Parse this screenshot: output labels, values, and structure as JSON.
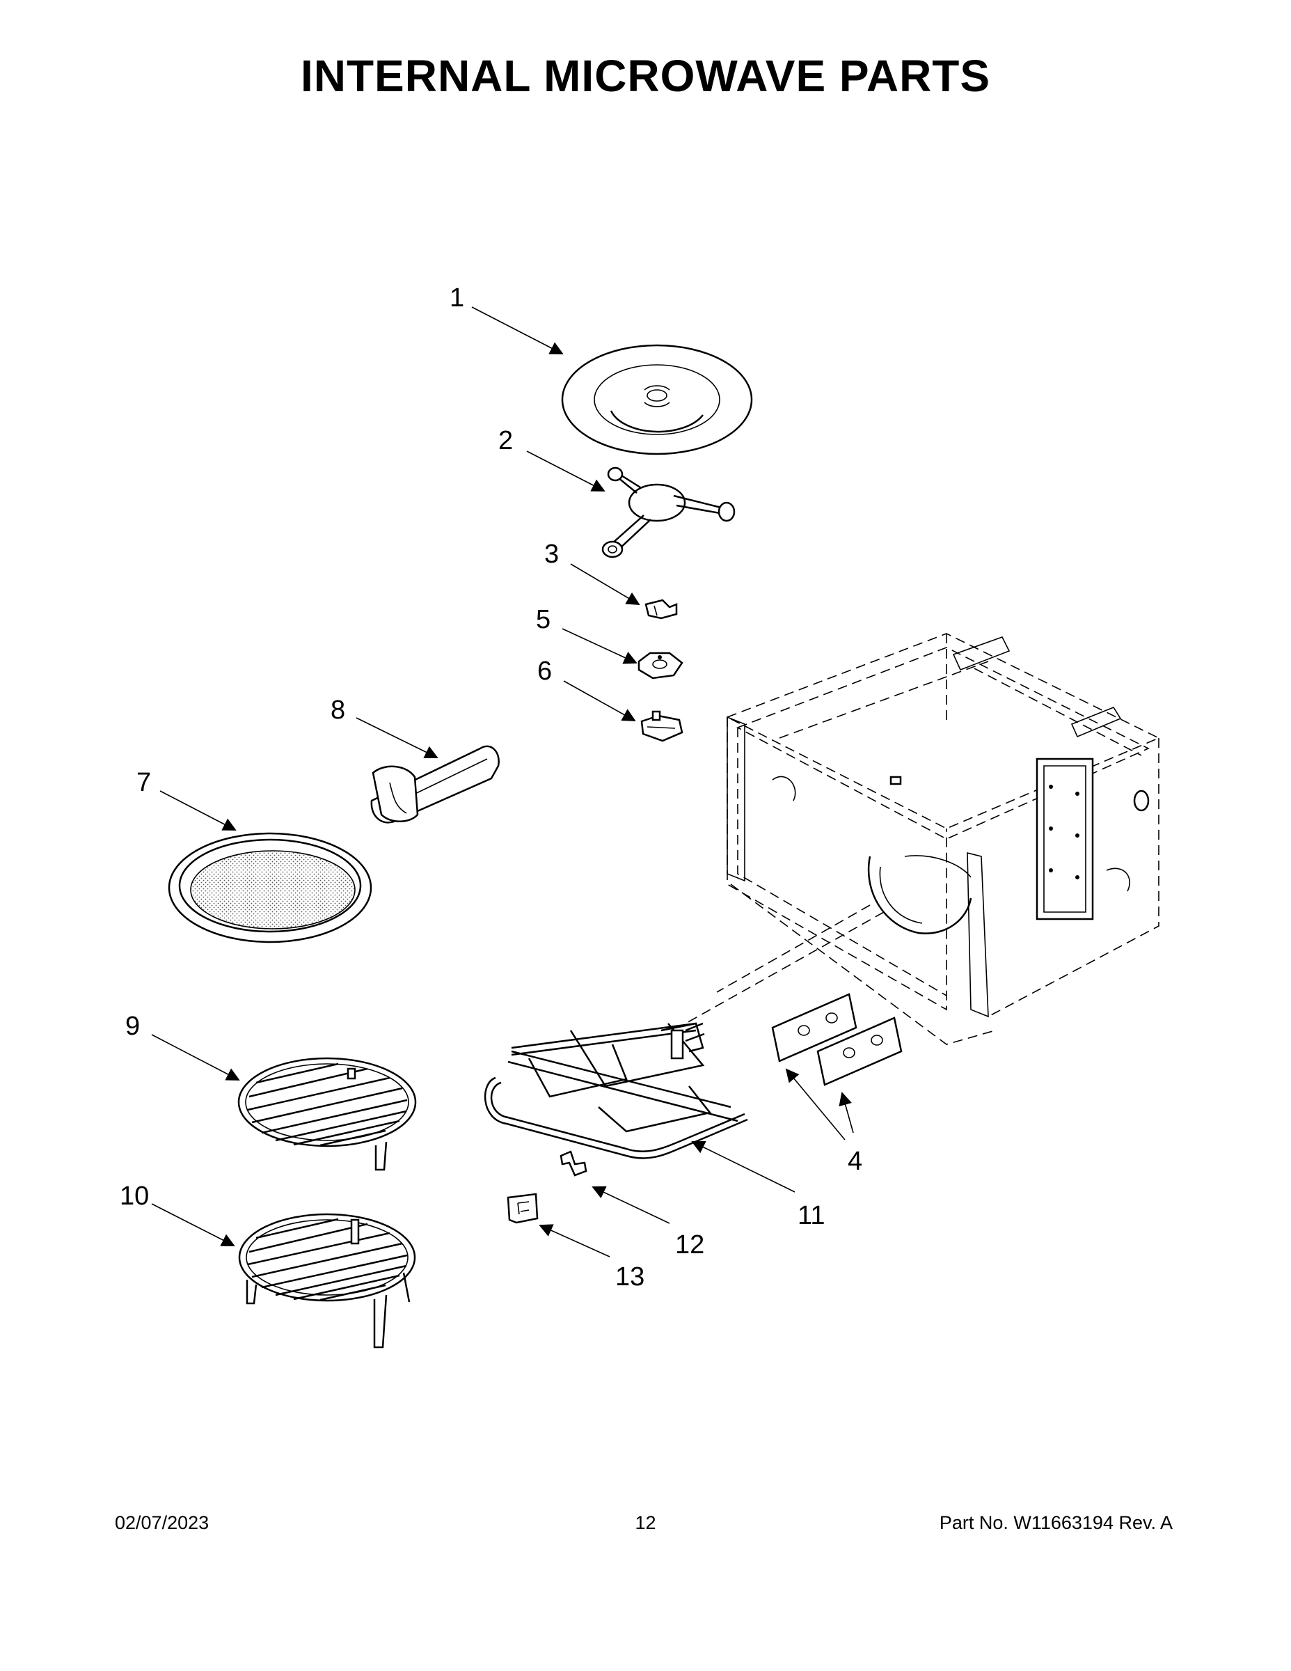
{
  "page": {
    "title": "INTERNAL MICROWAVE PARTS",
    "footer": {
      "date": "02/07/2023",
      "page_number": "12",
      "part_number": "Part No.  W11663194  Rev.  A"
    }
  },
  "callouts": [
    "1",
    "2",
    "3",
    "4",
    "5",
    "6",
    "7",
    "8",
    "9",
    "10",
    "11",
    "12",
    "13"
  ]
}
